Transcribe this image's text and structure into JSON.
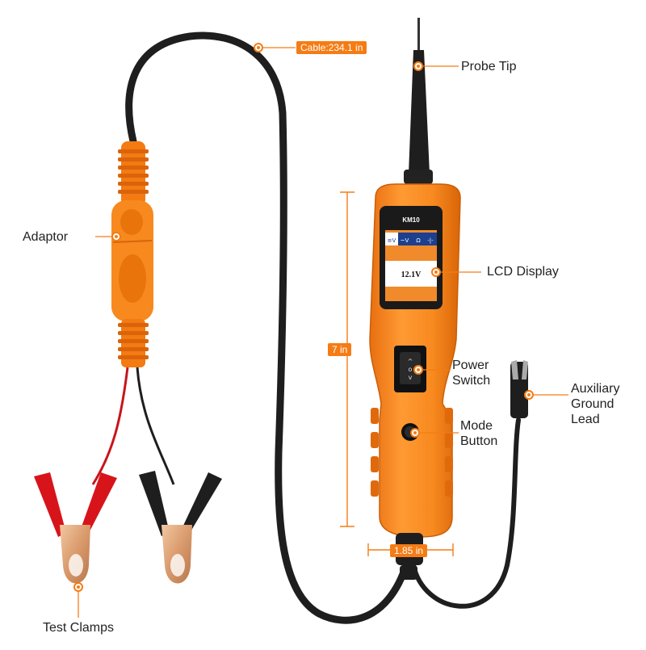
{
  "callouts": {
    "cable": "Cable:234.1 in",
    "probe_tip": "Probe Tip",
    "adaptor": "Adaptor",
    "lcd_display": "LCD Display",
    "length": "7 in",
    "power_switch": [
      "Power",
      "Switch"
    ],
    "auxiliary_ground_lead": [
      "Auxiliary",
      "Ground",
      "Lead"
    ],
    "mode_button": [
      "Mode",
      "Button"
    ],
    "width": "1.85 in",
    "test_clamps": "Test Clamps"
  },
  "device": {
    "model": "KM10",
    "screen_icons": [
      "≡V",
      "~V",
      "Ω",
      "-|-"
    ],
    "reading": "12.1V"
  },
  "colors": {
    "accent": "#f57c14",
    "body_orange": "#f7891f",
    "cable_black": "#1e1e1e",
    "clamp_red": "#d8141b",
    "screen_blue": "#1c3f8f"
  }
}
